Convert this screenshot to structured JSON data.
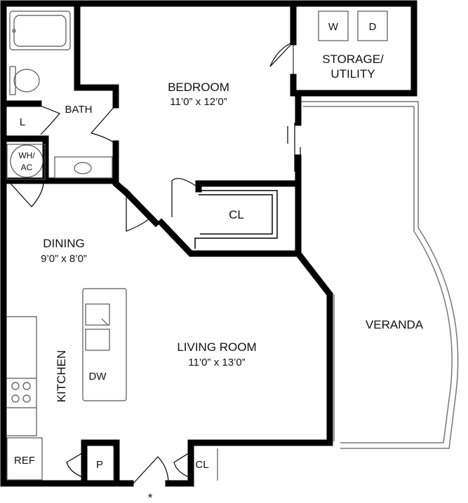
{
  "rooms": {
    "bedroom": {
      "name": "BEDROOM",
      "dims": "11’0” x 12’0”"
    },
    "storage": {
      "line1": "STORAGE/",
      "line2": "UTILITY"
    },
    "washer": "W",
    "dryer": "D",
    "bath": "BATH",
    "linen": "L",
    "wh_ac": {
      "line1": "WH/",
      "line2": "AC"
    },
    "bedroom_closet": "CL",
    "dining": {
      "name": "DINING",
      "dims": "9’0” x 8’0”"
    },
    "veranda": "VERANDA",
    "living": {
      "name": "LIVING ROOM",
      "dims": "11’0” x 13’0”"
    },
    "kitchen": "KITCHEN",
    "dishwasher": "DW",
    "refrigerator": "REF",
    "pantry": "P",
    "entry_closet": "CL",
    "entry_mark": "*"
  },
  "colors": {
    "wall": "#000000",
    "fixture": "#555555"
  }
}
